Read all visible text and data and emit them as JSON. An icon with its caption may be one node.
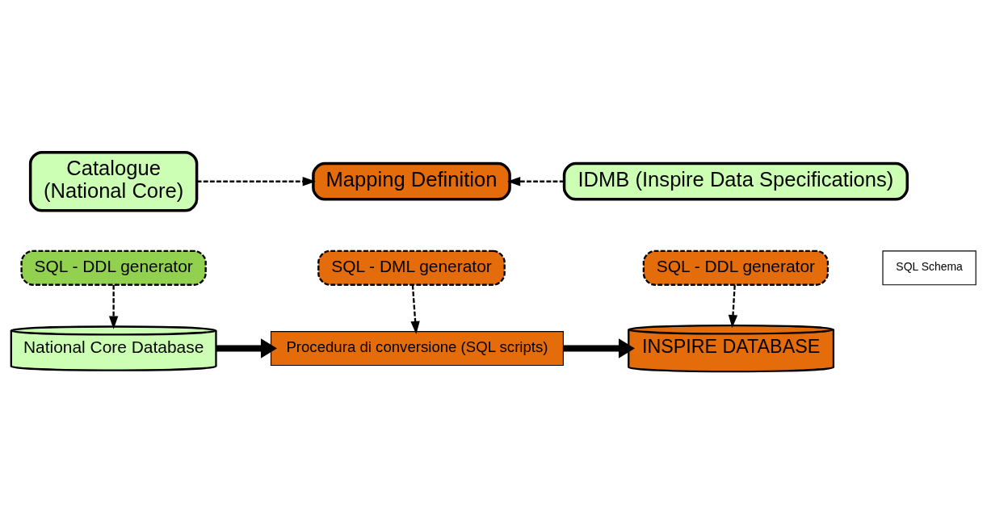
{
  "diagram": {
    "nodes": [
      {
        "text": [
          "Catalogue",
          "(National Core)"
        ]
      },
      {
        "text": [
          "Mapping Definition"
        ]
      },
      {
        "text": [
          "IDMB (Inspire Data Specifications)"
        ]
      },
      {
        "text": [
          "SQL - DDL generator"
        ]
      },
      {
        "text": [
          "SQL - DML generator"
        ]
      },
      {
        "text": [
          "SQL - DDL generator"
        ]
      },
      {
        "text": [
          "SQL Schema"
        ]
      },
      {
        "text": [
          "National Core Database"
        ]
      },
      {
        "text": [
          "Procedura di conversione (SQL scripts)"
        ]
      },
      {
        "text": [
          "INSPIRE DATABASE"
        ]
      }
    ],
    "edges": [
      {
        "from": 0,
        "to": 1,
        "arrow": "to",
        "style": "dashed"
      },
      {
        "from": 2,
        "to": 1,
        "arrow": "to",
        "style": "dashed"
      },
      {
        "from": 3,
        "to": 7,
        "arrow": "to",
        "style": "dashed"
      },
      {
        "from": 4,
        "to": 8,
        "arrow": "to",
        "style": "dashed"
      },
      {
        "from": 5,
        "to": 9,
        "arrow": "to",
        "style": "dashed"
      },
      {
        "from": 7,
        "to": 8,
        "arrow": "to",
        "style": "thick"
      },
      {
        "from": 8,
        "to": 9,
        "arrow": "to",
        "style": "thick"
      }
    ]
  }
}
